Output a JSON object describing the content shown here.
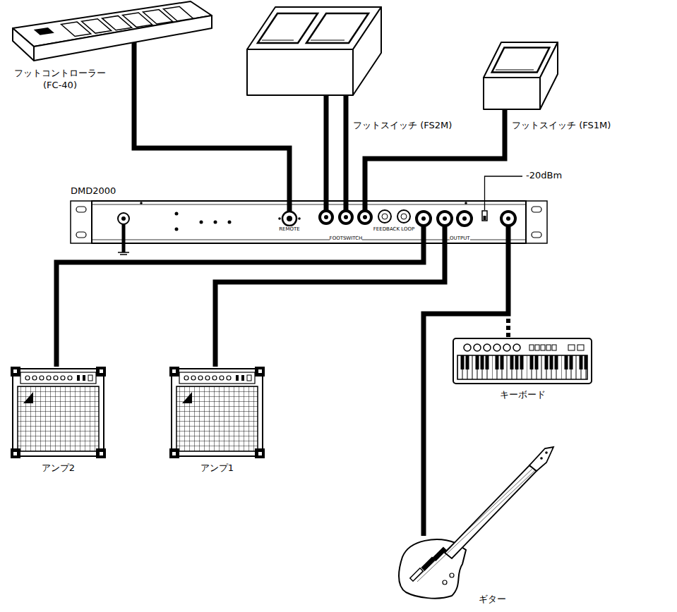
{
  "diagram": {
    "nodes": [
      {
        "text": [
          "フットコントローラー (FC-40)"
        ]
      },
      {
        "text": [
          "フットスイッチ (FS2M)"
        ]
      },
      {
        "text": [
          "フットスイッチ (FS1M)"
        ]
      },
      {
        "text": [
          "DMD2000"
        ]
      },
      {
        "text": [
          "アンプ2"
        ]
      },
      {
        "text": [
          "アンプ1"
        ]
      },
      {
        "text": [
          "キーボード"
        ]
      },
      {
        "text": [
          "ギター"
        ]
      }
    ],
    "edges": [
      {
        "from": 0,
        "to": 3,
        "arrow": "none"
      },
      {
        "from": 1,
        "to": 3,
        "arrow": "none"
      },
      {
        "from": 1,
        "to": 3,
        "arrow": "none"
      },
      {
        "from": 2,
        "to": 3,
        "arrow": "none"
      },
      {
        "from": 3,
        "to": 4,
        "arrow": "none"
      },
      {
        "from": 3,
        "to": 5,
        "arrow": "none"
      },
      {
        "from": 7,
        "to": 3,
        "arrow": "none"
      },
      {
        "from": 6,
        "to": 3,
        "arrow": "none"
      }
    ],
    "labels": [
      "-20dBm",
      "REMOTE",
      "FOOTSWITCH",
      "FEEDBACK LOOP",
      "OUTPUT"
    ]
  }
}
